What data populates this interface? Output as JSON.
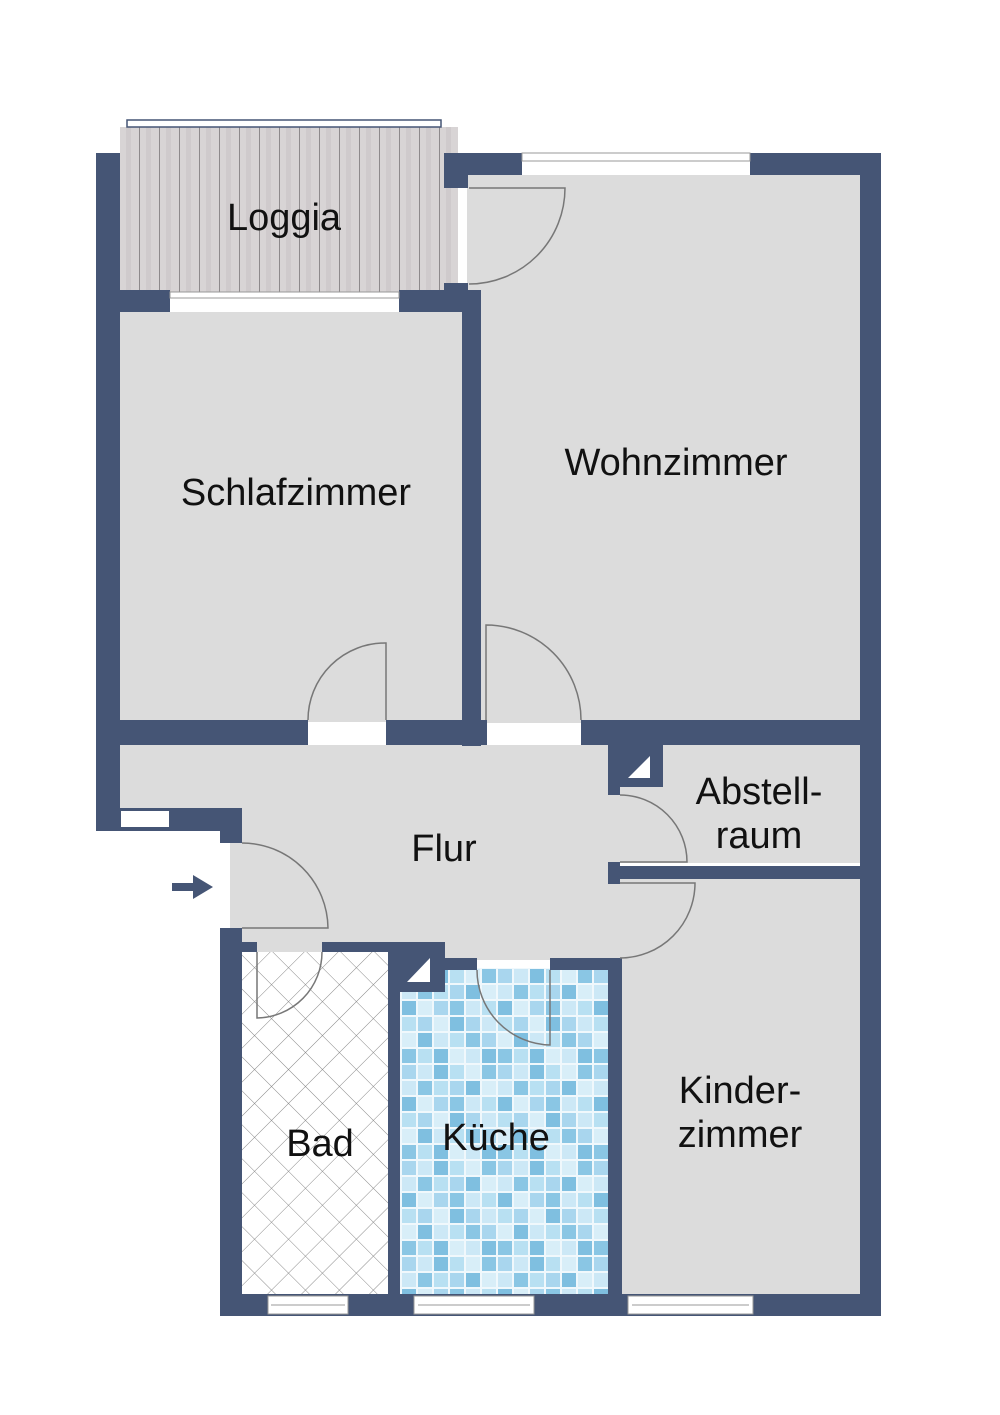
{
  "plan": {
    "type": "apartment floor plan",
    "wall_color": "#455575",
    "floor_color": "#dcdcdc",
    "bath_tile_color": "#ffffff",
    "kitchen_tile_color": "#9fd0ea",
    "loggia_floor_color": "#d6d2d3",
    "entrance_arrow": "arrow-right"
  },
  "rooms": {
    "loggia": {
      "label": "Loggia"
    },
    "wohnzimmer": {
      "label": "Wohnzimmer"
    },
    "schlafzimmer": {
      "label": "Schlafzimmer"
    },
    "flur": {
      "label": "Flur"
    },
    "abstellraum": {
      "label": "Abstell-\nraum"
    },
    "bad": {
      "label": "Bad"
    },
    "kueche": {
      "label": "Küche"
    },
    "kinderzimmer": {
      "label": "Kinder-\nzimmer"
    }
  }
}
